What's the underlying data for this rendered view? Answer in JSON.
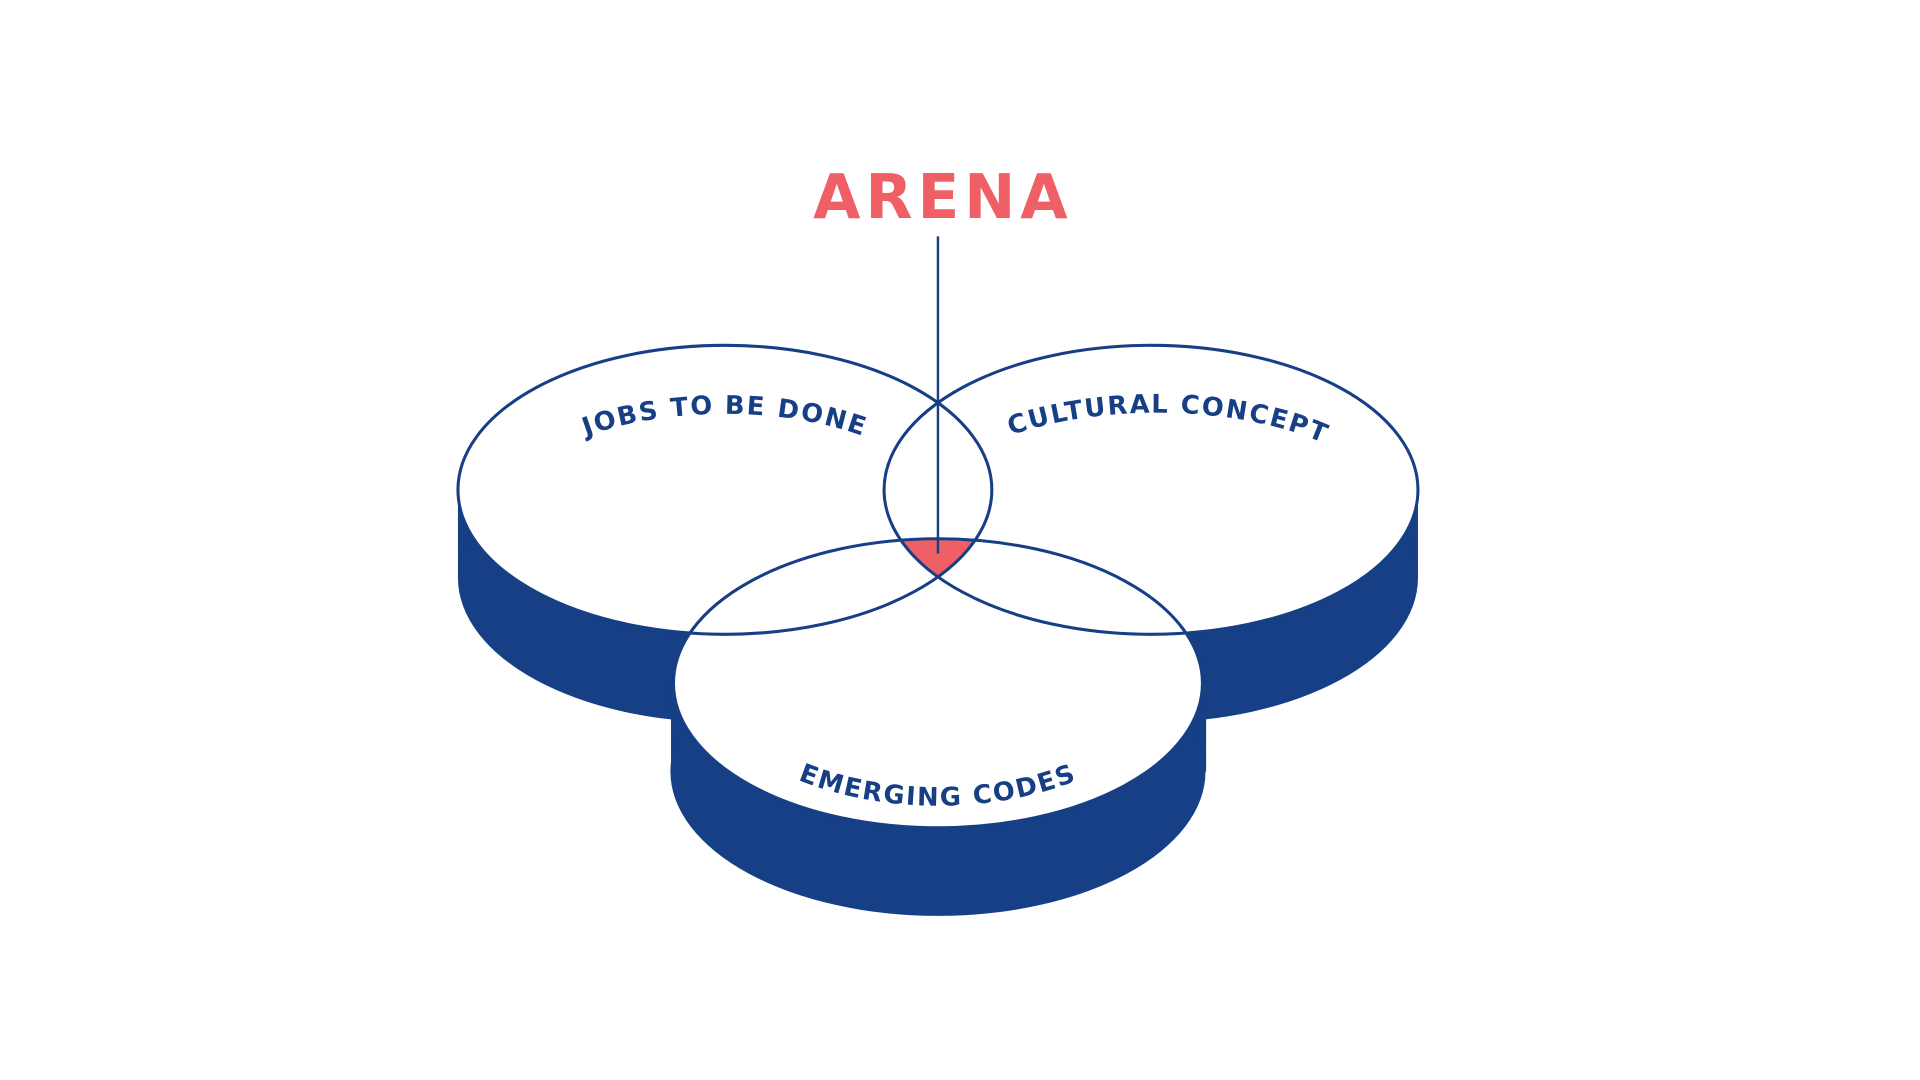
{
  "title": "ARENA",
  "circles": [
    {
      "id": "left",
      "label": "JOBS TO BE DONE"
    },
    {
      "id": "right",
      "label": "CULTURAL CONCEPT"
    },
    {
      "id": "bottom",
      "label": "EMERGING CODES"
    }
  ],
  "colors": {
    "primary": "#163f86",
    "accent": "#ee5f66",
    "background": "#ffffff"
  }
}
